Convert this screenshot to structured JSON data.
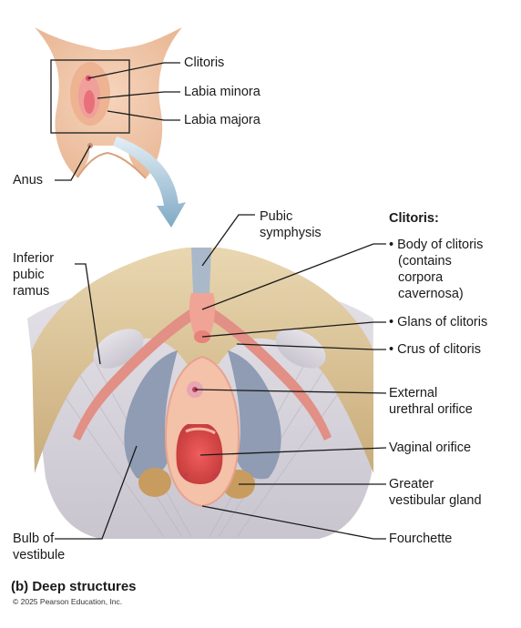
{
  "top_labels": {
    "clitoris": "Clitoris",
    "labia_minora": "Labia minora",
    "labia_majora": "Labia majora",
    "anus": "Anus"
  },
  "deep_labels": {
    "pubic_symphysis": [
      "Pubic",
      "symphysis"
    ],
    "inferior_pubic_ramus": [
      "Inferior",
      "pubic",
      "ramus"
    ],
    "clitoris_header": "Clitoris:",
    "body_of_clitoris": [
      "• Body of clitoris",
      "(contains",
      "corpora",
      "cavernosa)"
    ],
    "glans_of_clitoris": "• Glans of clitoris",
    "crus_of_clitoris": "• Crus of clitoris",
    "external_urethral_orifice": [
      "External",
      "urethral orifice"
    ],
    "vaginal_orifice": "Vaginal orifice",
    "greater_vestibular_gland": [
      "Greater",
      "vestibular gland"
    ],
    "bulb_of_vestibule": [
      "Bulb of",
      "vestibule"
    ],
    "fourchette": "Fourchette"
  },
  "caption": "(b) Deep structures",
  "copyright": "© 2025 Pearson Education, Inc.",
  "colors": {
    "skin": "#f2c7a8",
    "bone": "#dcc496",
    "muscle": "#d9d6dc",
    "bulb": "#8f9cb3",
    "mucosa": "#e79a87",
    "arrow": "#9fbfd3"
  }
}
